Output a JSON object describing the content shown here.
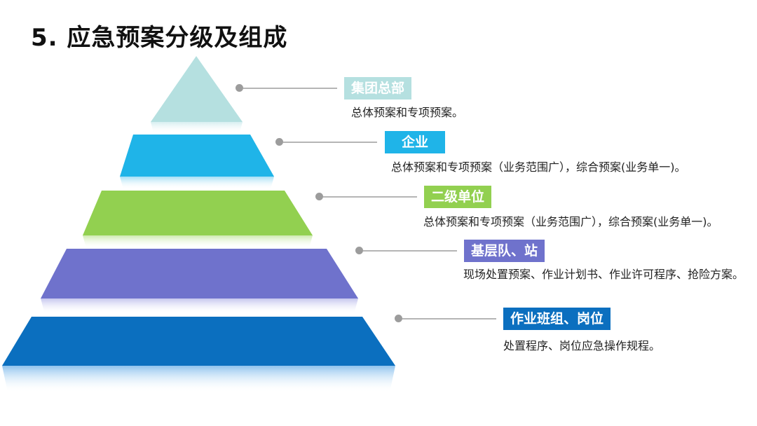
{
  "title": "5. 应急预案分级及组成",
  "levels": [
    {
      "label": "集团总部",
      "color": "#b5e0e0",
      "desc": "总体预案和专项预案。"
    },
    {
      "label": "企业",
      "color": "#1fb4e8",
      "desc": "总体预案和专项预案（业务范围广），综合预案(业务单一)。"
    },
    {
      "label": "二级单位",
      "color": "#92d050",
      "desc": "总体预案和专项预案（业务范围广），综合预案(业务单一)。"
    },
    {
      "label": "基层队、站",
      "color": "#6f72cc",
      "desc": "现场处置预案、作业计划书、作业许可程序、抢险方案。"
    },
    {
      "label": "作业班组、岗位",
      "color": "#0b6fbf",
      "desc": "处置程序、岗位应急操作规程。"
    }
  ]
}
